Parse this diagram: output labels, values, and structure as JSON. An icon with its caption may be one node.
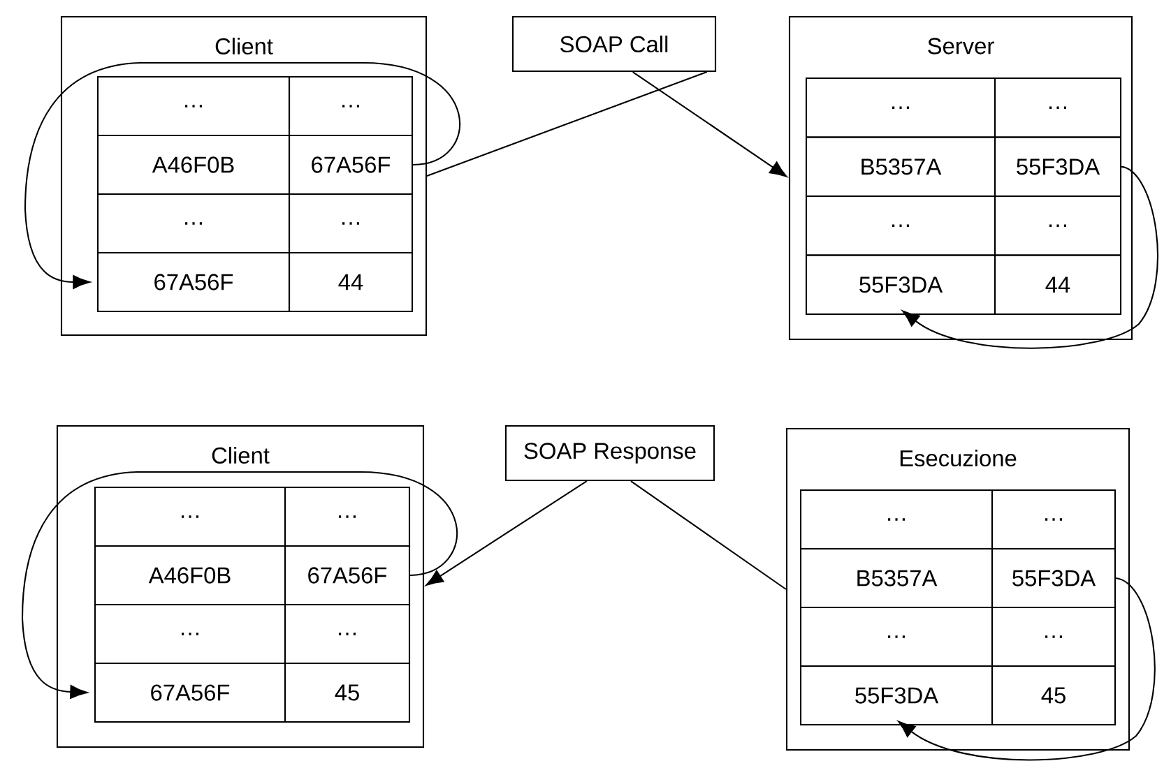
{
  "diagram": {
    "nodes": [
      {
        "text": [
          "Client"
        ]
      },
      {
        "text": [
          "…"
        ],
        "in": 0
      },
      {
        "text": [
          "…"
        ],
        "in": 0
      },
      {
        "text": [
          "A46F0B"
        ],
        "in": 0
      },
      {
        "text": [
          "67A56F"
        ],
        "in": 0
      },
      {
        "text": [
          "…"
        ],
        "in": 0
      },
      {
        "text": [
          "…"
        ],
        "in": 0
      },
      {
        "text": [
          "67A56F"
        ],
        "in": 0
      },
      {
        "text": [
          "44"
        ],
        "in": 0
      },
      {
        "text": [
          "SOAP Call"
        ]
      },
      {
        "text": [
          "Server"
        ]
      },
      {
        "text": [
          "…"
        ],
        "in": 10
      },
      {
        "text": [
          "…"
        ],
        "in": 10
      },
      {
        "text": [
          "B5357A"
        ],
        "in": 10
      },
      {
        "text": [
          "55F3DA"
        ],
        "in": 10
      },
      {
        "text": [
          "…"
        ],
        "in": 10
      },
      {
        "text": [
          "…"
        ],
        "in": 10
      },
      {
        "text": [
          "55F3DA"
        ],
        "in": 10
      },
      {
        "text": [
          "44"
        ],
        "in": 10
      },
      {
        "text": [
          "Client"
        ]
      },
      {
        "text": [
          "…"
        ],
        "in": 19
      },
      {
        "text": [
          "…"
        ],
        "in": 19
      },
      {
        "text": [
          "A46F0B"
        ],
        "in": 19
      },
      {
        "text": [
          "67A56F"
        ],
        "in": 19
      },
      {
        "text": [
          "…"
        ],
        "in": 19
      },
      {
        "text": [
          "…"
        ],
        "in": 19
      },
      {
        "text": [
          "67A56F"
        ],
        "in": 19
      },
      {
        "text": [
          "45"
        ],
        "in": 19
      },
      {
        "text": [
          "SOAP Response"
        ]
      },
      {
        "text": [
          "Esecuzione"
        ]
      },
      {
        "text": [
          "…"
        ],
        "in": 29
      },
      {
        "text": [
          "…"
        ],
        "in": 29
      },
      {
        "text": [
          "B5357A"
        ],
        "in": 29
      },
      {
        "text": [
          "55F3DA"
        ],
        "in": 29
      },
      {
        "text": [
          "…"
        ],
        "in": 29
      },
      {
        "text": [
          "…"
        ],
        "in": 29
      },
      {
        "text": [
          "55F3DA"
        ],
        "in": 29
      },
      {
        "text": [
          "45"
        ],
        "in": 29
      }
    ],
    "edges": [
      {
        "from": 0,
        "to": 9,
        "arrow": "none"
      },
      {
        "from": 9,
        "to": 10,
        "arrow": "to"
      },
      {
        "from": 4,
        "to": 7,
        "arrow": "to"
      },
      {
        "from": 14,
        "to": 17,
        "arrow": "to"
      },
      {
        "from": 28,
        "to": 19,
        "arrow": "to"
      },
      {
        "from": 29,
        "to": 28,
        "arrow": "none"
      },
      {
        "from": 23,
        "to": 26,
        "arrow": "to"
      },
      {
        "from": 33,
        "to": 36,
        "arrow": "to"
      }
    ]
  }
}
